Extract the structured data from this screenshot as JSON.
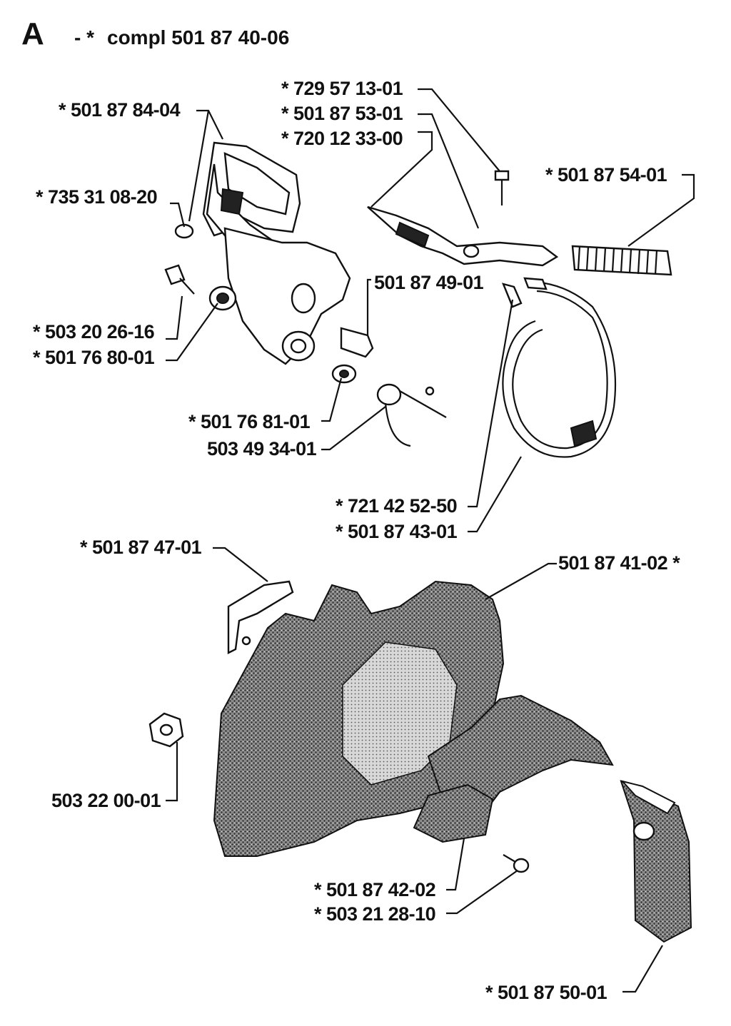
{
  "header": {
    "section_letter": "A",
    "prefix": "- *",
    "text": "compl  501 87 40-06"
  },
  "labels": {
    "l_5018784": "*  501 87 84-04",
    "l_7295713": "*  729 57 13-01",
    "l_5018753": "*  501 87 53-01",
    "l_7201233": "*  720 12 33-00",
    "l_5018754": "*  501 87 54-01",
    "l_7353108": "*  735 31 08-20",
    "l_5018749": "501 87 49-01",
    "l_5032026": "*  503 20 26-16",
    "l_5017680": "*  501 76 80-01",
    "l_5017681": "*  501 76 81-01",
    "l_5034934": "503 49 34-01",
    "l_7214252": "*  721 42 52-50",
    "l_5018743": "*  501 87 43-01",
    "l_5018747": "*  501 87 47-01",
    "l_5018741": "501 87 41-02  *",
    "l_5032200": "503 22 00-01",
    "l_5018742": "*  501 87 42-02",
    "l_5032128": "*  503 21 28-10",
    "l_5018750": "*  501 87 50-01"
  }
}
